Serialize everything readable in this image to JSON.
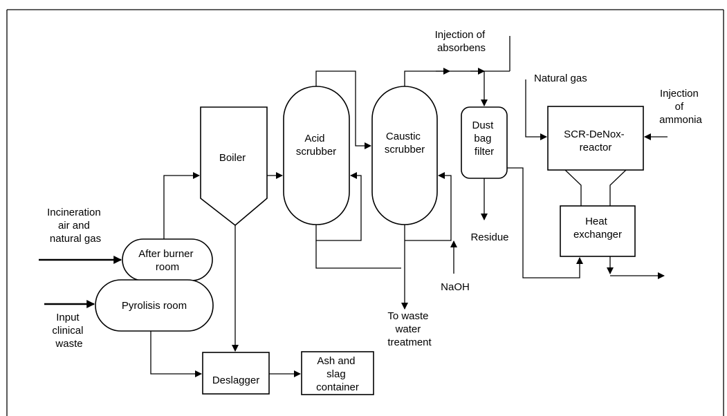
{
  "labels": {
    "boiler": "Boiler",
    "acid_scrubber": [
      "Acid",
      "scrubber"
    ],
    "caustic_scrubber": [
      "Caustic",
      "scrubber"
    ],
    "dust_bag_filter": [
      "Dust",
      "bag",
      "filter"
    ],
    "scr_reactor": [
      "SCR-DeNox-",
      "reactor"
    ],
    "heat_exchanger": [
      "Heat",
      "exchanger"
    ],
    "after_burner_room": [
      "After burner",
      "room"
    ],
    "pyrolisis_room": "Pyrolisis room",
    "deslagger": "Deslagger",
    "ash_slag_container": [
      "Ash and",
      "slag",
      "container"
    ],
    "incineration_air": [
      "Incineration",
      "air and",
      "natural gas"
    ],
    "input_waste": [
      "Input",
      "clinical",
      "waste"
    ],
    "injection_absorbens": [
      "Injection of",
      "absorbens"
    ],
    "natural_gas": "Natural gas",
    "injection_ammonia": [
      "Injection",
      "of",
      "ammonia"
    ],
    "residue": "Residue",
    "naoh": "NaOH",
    "waste_water": [
      "To waste",
      "water",
      "treatment"
    ]
  }
}
